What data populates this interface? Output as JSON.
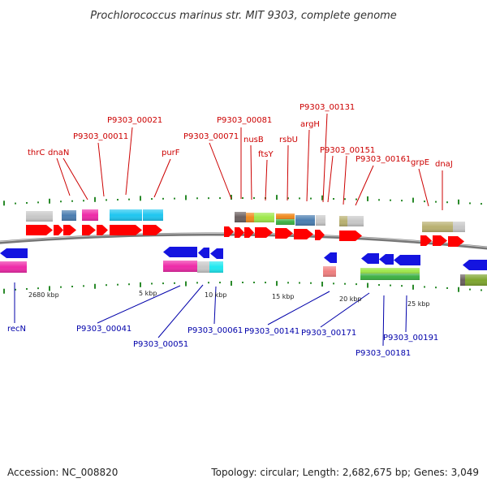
{
  "title": "Prochlorococcus marinus str. MIT 9303, complete genome",
  "accession": "Accession: NC_008820",
  "topology": "Topology: circular; Length: 2,682,675 bp; Genes: 3,049",
  "colors": {
    "label_top": "#cc0000",
    "label_bottom": "#0000aa",
    "forward_arrow": "#ff0000",
    "reverse_arrow": "#1414e0",
    "backbone": "#888888",
    "tick": "#2a8a2a"
  },
  "scale_labels": [
    "2680 kbp",
    "5 kbp",
    "10 kbp",
    "15 kbp",
    "20 kbp",
    "25 kbp"
  ],
  "top_labels": [
    "thrC",
    "dnaN",
    "P9303_00011",
    "P9303_00021",
    "purF",
    "P9303_00071",
    "P9303_00081",
    "nusB",
    "ftsY",
    "rsbU",
    "argH",
    "P9303_00131",
    "P9303_00151",
    "P9303_00161",
    "grpE",
    "dnaJ"
  ],
  "bottom_labels": [
    "recN",
    "P9303_00041",
    "P9303_00051",
    "P9303_00061",
    "P9303_00141",
    "P9303_00171",
    "P9303_00181",
    "P9303_00191"
  ]
}
